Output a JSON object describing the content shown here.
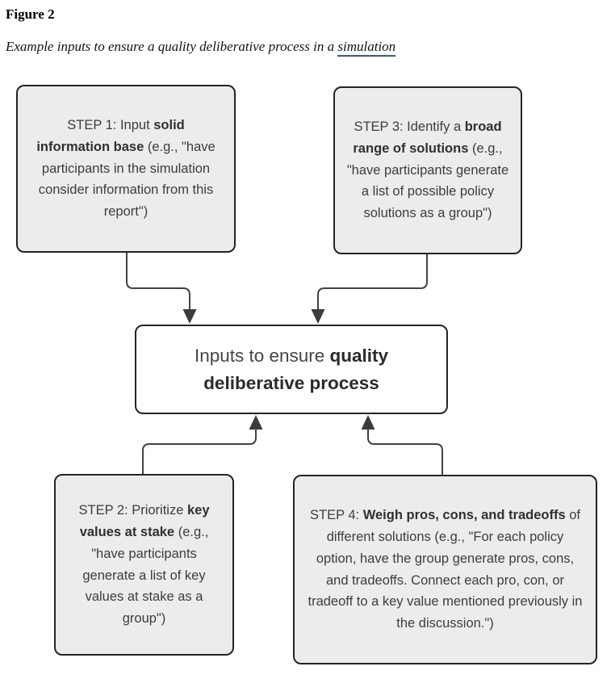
{
  "header": {
    "figure_label": "Figure 2",
    "caption_prefix": "Example inputs to ensure a quality deliberative process in a ",
    "caption_link": "simulation"
  },
  "diagram": {
    "center": {
      "pre": "Inputs to ensure ",
      "bold": "quality deliberative process",
      "post": ""
    },
    "step1": {
      "pre": "STEP 1: Input ",
      "bold": "solid information base",
      "post": " (e.g., \"have participants in the simulation consider information from this report\")"
    },
    "step2": {
      "pre": "STEP 2: Prioritize ",
      "bold": "key values at stake",
      "post": " (e.g., \"have participants generate a list of key values at stake as a group\")"
    },
    "step3": {
      "pre": "STEP 3: Identify a ",
      "bold": "broad range of solutions",
      "post": " (e.g., \"have participants generate a list of possible policy solutions as a group\")"
    },
    "step4": {
      "pre": "STEP 4: ",
      "bold": "Weigh pros, cons, and tradeoffs",
      "post": " of different solutions (e.g., \"For each policy option, have the group generate pros, cons, and tradeoffs. Connect each pro, con, or tradeoff to a key value mentioned previously in the discussion.\")"
    },
    "colors": {
      "box_fill": "#ececec",
      "box_border": "#242424",
      "center_fill": "#ffffff",
      "connector": "#424242",
      "arrowhead": "#3c3c3c",
      "text": "#3d3d3d",
      "underline_blue": "#4a7ebd"
    }
  }
}
